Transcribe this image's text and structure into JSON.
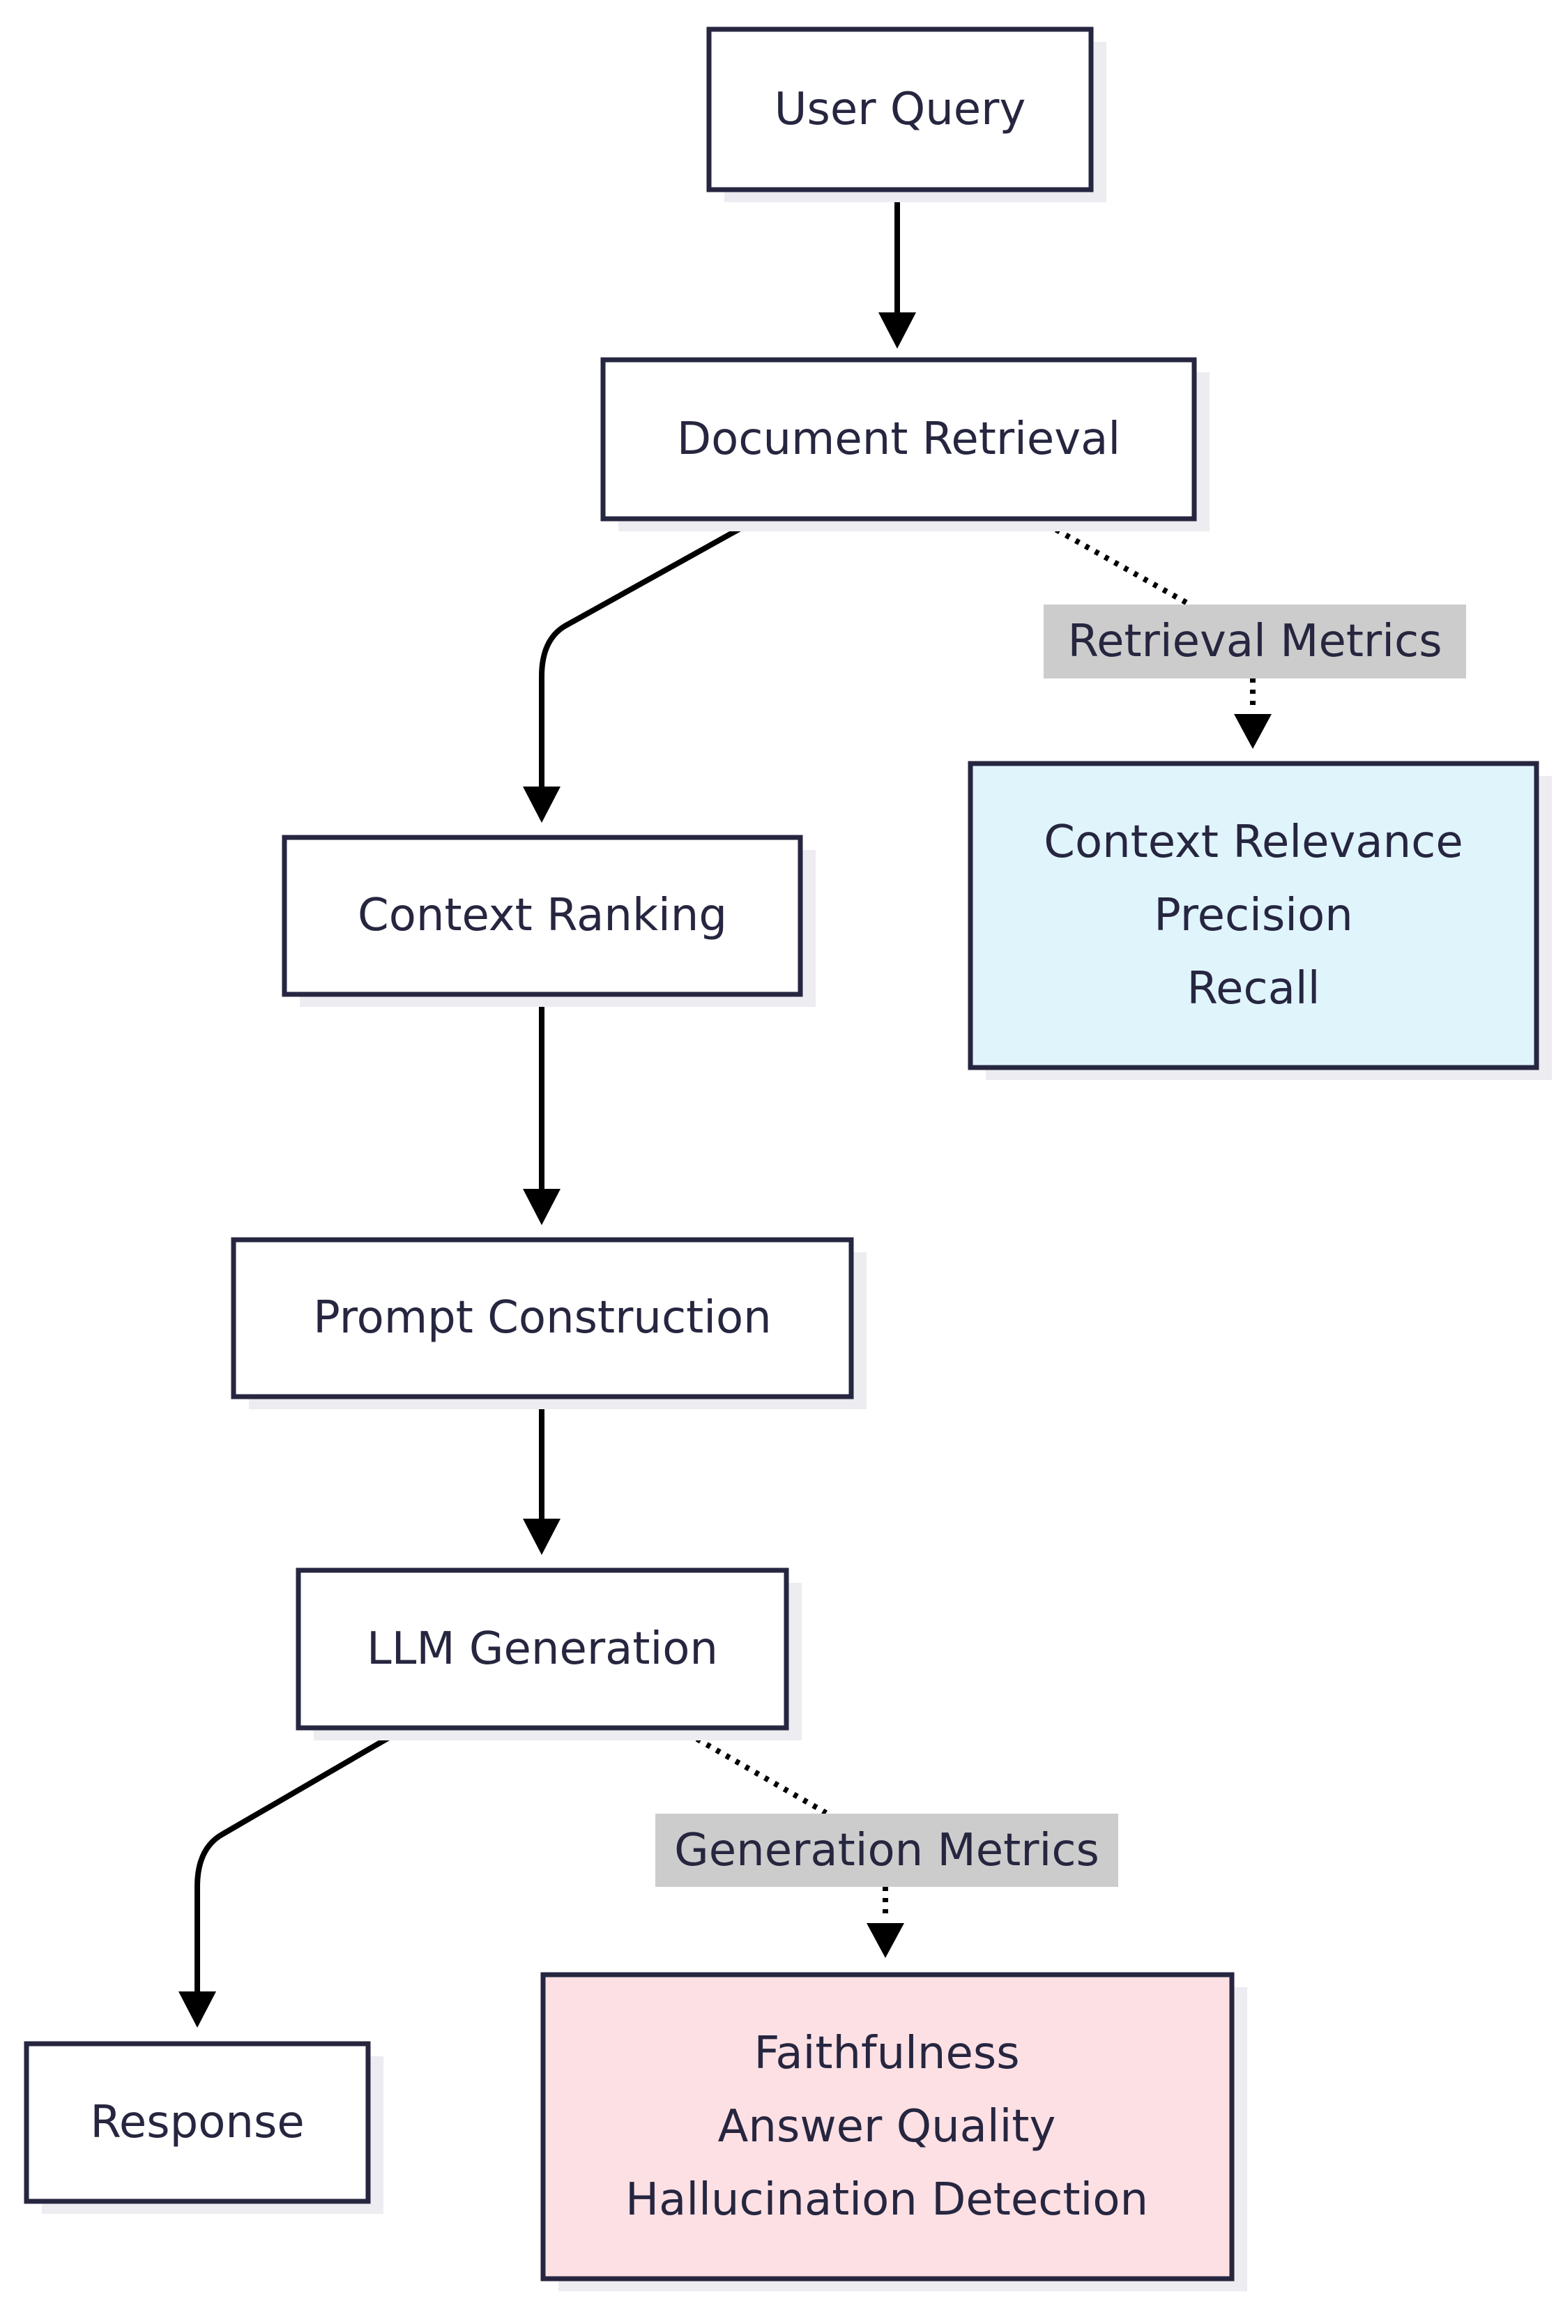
{
  "nodes": {
    "user_query": {
      "label": "User Query"
    },
    "document_retrieval": {
      "label": "Document Retrieval"
    },
    "context_ranking": {
      "label": "Context Ranking"
    },
    "prompt_construction": {
      "label": "Prompt Construction"
    },
    "llm_generation": {
      "label": "LLM Generation"
    },
    "response": {
      "label": "Response"
    },
    "retrieval_metrics_box": {
      "lines": [
        "Context Relevance",
        "Precision",
        "Recall"
      ],
      "fill": "#e0f4fc"
    },
    "generation_metrics_box": {
      "lines": [
        "Faithfulness",
        "Answer Quality",
        "Hallucination Detection"
      ],
      "fill": "#fde0e4"
    }
  },
  "edge_labels": {
    "retrieval_metrics": "Retrieval Metrics",
    "generation_metrics": "Generation Metrics"
  },
  "colors": {
    "stroke": "#262640",
    "label_background": "#cccccc",
    "node_fill": "#ffffff"
  }
}
